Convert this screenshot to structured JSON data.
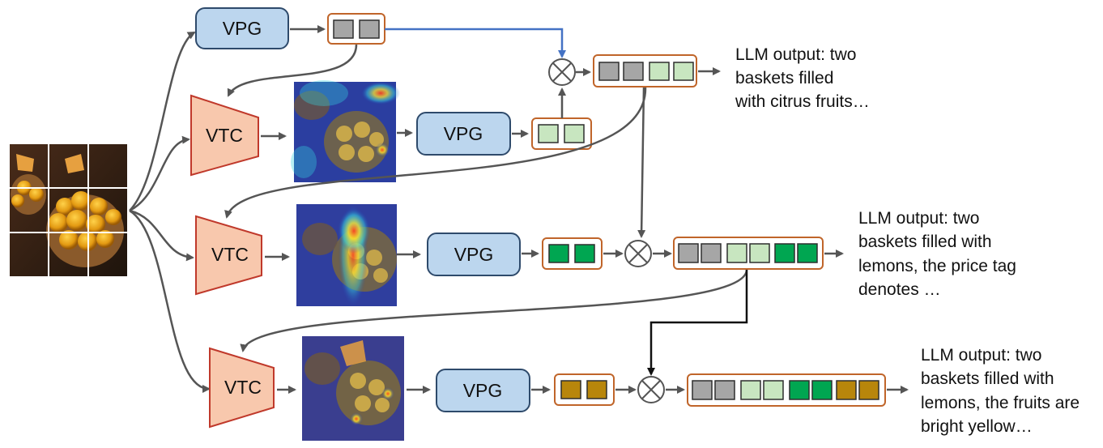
{
  "diagram": {
    "vpg_label": "VPG",
    "vtc_label": "VTC",
    "outputs": [
      [
        "LLM output: two",
        "baskets filled",
        "with citrus fruits…"
      ],
      [
        "LLM output: two",
        "baskets filled with",
        "lemons, the price tag",
        "denotes …"
      ],
      [
        "LLM output: two",
        "baskets filled with",
        "lemons, the fruits are",
        "bright yellow…"
      ]
    ]
  },
  "colors": {
    "vpg_fill": "#bcd6ee",
    "vpg_stroke": "#2e4a6b",
    "vtc_fill": "#f8c8ad",
    "vtc_stroke": "#c0392b",
    "token_frame": "#c0652a",
    "token_grey": "#a6a6a6",
    "token_light_green": "#c8e6c0",
    "token_green": "#00a651",
    "token_gold": "#b8860b",
    "arrow": "#555555",
    "arrow_blue": "#4472c4"
  }
}
